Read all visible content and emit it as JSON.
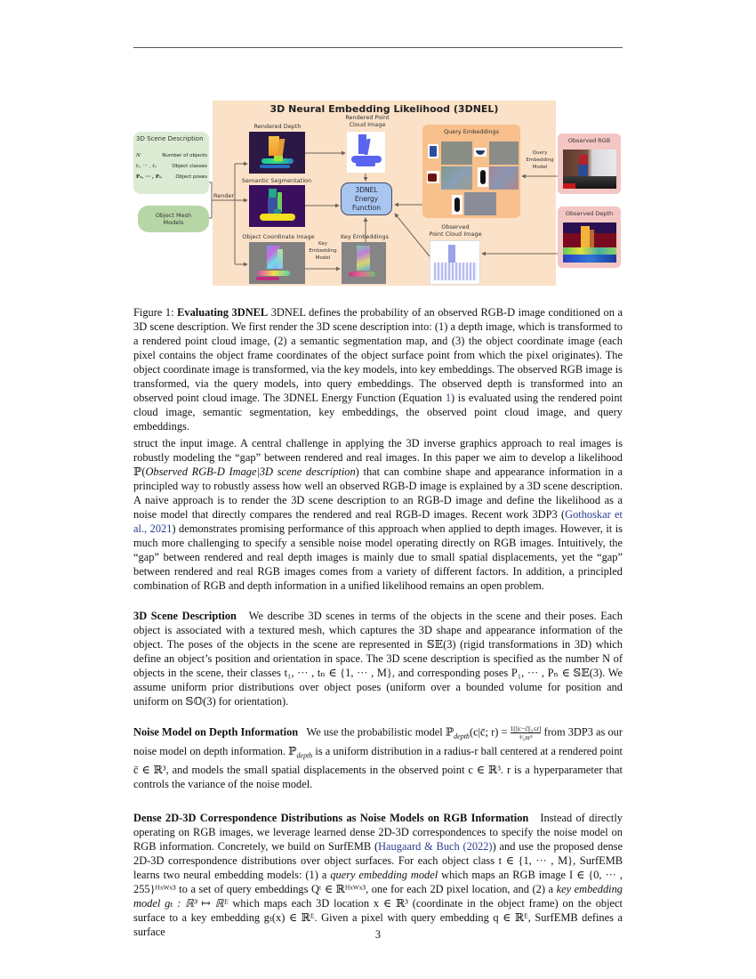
{
  "page_number": "3",
  "figure": {
    "title": "3D Neural Embedding Likelihood (3DNEL)",
    "scene_description": {
      "heading": "3D Scene Description",
      "rows": [
        {
          "symbol": "N",
          "label": "Number of objects"
        },
        {
          "symbol": "t₁, ··· , tₙ",
          "label": "Object classes"
        },
        {
          "symbol": "P₁, ··· , Pₙ",
          "label": "Object poses"
        }
      ]
    },
    "mesh_models": "Object Mesh Models",
    "render_label": "Render",
    "rendered_depth": "Rendered Depth",
    "semantic_segmentation": "Semantic Segmentation",
    "object_coordinate_image": "Object Coordinate Image",
    "rendered_point_cloud": "Rendered Point Cloud Image",
    "energy_function": [
      "3DNEL",
      "Energy",
      "Function"
    ],
    "key_embedding_model": [
      "Key",
      "Embedding",
      "Model"
    ],
    "key_embeddings": "Key Embeddings",
    "query_embeddings": "Query Embeddings",
    "query_embedding_model": [
      "Query",
      "Embedding",
      "Model"
    ],
    "observed_rgb": "Observed RGB",
    "observed_depth": "Observed Depth",
    "observed_point_cloud": [
      "Observed",
      "Point Cloud Image"
    ]
  },
  "caption": {
    "label": "Figure 1:",
    "bold": "Evaluating 3DNEL",
    "text_a": " 3DNEL defines the probability of an observed RGB-D image conditioned on a 3D scene description. We first render the 3D scene description into: (1) a depth image, which is transformed to a rendered point cloud image, (2) a semantic segmentation map, and (3) the object coordinate image (each pixel contains the object frame coordinates of the object surface point from which the pixel originates). The object coordinate image is transformed, via the key models, into key embeddings. The observed RGB image is transformed, via the query models, into query embeddings. The observed depth is transformed into an observed point cloud image. The 3DNEL Energy Function (Equation ",
    "eq_ref": "1",
    "text_b": ") is evaluated using the rendered point cloud image, semantic segmentation, key embeddings, the observed point cloud image, and query embeddings."
  },
  "para1": {
    "a": "struct the input image. A central challenge in applying the 3D inverse graphics approach to real images is robustly modeling the “gap” between rendered and real images. In this paper we aim to develop a likelihood ℙ(",
    "italic": "Observed RGB-D Image|3D scene description",
    "b": ") that can combine shape and appearance information in a principled way to robustly assess how well an observed RGB-D image is explained by a 3D scene description. A naive approach is to render the 3D scene description to an RGB-D image and define the likelihood as a noise model that directly compares the rendered and real RGB-D images. Recent work 3DP3 (",
    "cite": "Gothoskar et al., 2021",
    "c": ") demonstrates promising performance of this approach when applied to depth images. However, it is much more challenging to specify a sensible noise model operating directly on RGB images. Intuitively, the “gap” between rendered and real depth images is mainly due to small spatial displacements, yet the “gap” between rendered and real RGB images comes from a variety of different factors. In addition, a principled combination of RGB and depth information in a unified likelihood remains an open problem."
  },
  "para2": {
    "heading": "3D Scene Description",
    "text": "We describe 3D scenes in terms of the objects in the scene and their poses. Each object is associated with a textured mesh, which captures the 3D shape and appearance information of the object. The poses of the objects in the scene are represented in 𝕊𝔼(3) (rigid transformations in 3D) which define an object’s position and orientation in space. The 3D scene description is specified as the number N of objects in the scene, their classes t₁, ··· , tₙ ∈ {1, ··· , M}, and corresponding poses P₁, ··· , Pₙ ∈ 𝕊𝔼(3). We assume uniform prior distributions over object poses (uniform over a bounded volume for position and uniform on 𝕊𝕆(3) for orientation)."
  },
  "para3": {
    "heading": "Noise Model on Depth Information",
    "a": "We use the probabilistic model ℙ",
    "sub": "depth",
    "b": "(c|c̄; r) = ",
    "frac_num": "1[||c−c̄||₂≤r]",
    "frac_den": "⁴⁄₃πr³",
    "c": " from 3DP3 as our noise model on depth information. ℙ",
    "d": " is a uniform distribution in a radius-r ball centered at a rendered point c̄ ∈ ℝ³, and models the small spatial displacements in the observed point c ∈ ℝ³. r is a hyperparameter that controls the variance of the noise model."
  },
  "para4": {
    "heading": "Dense 2D-3D Correspondence Distributions as Noise Models on RGB Information",
    "a": "Instead of directly operating on RGB images, we leverage learned dense 2D-3D correspondences to specify the noise model on RGB information. Concretely, we build on SurfEMB (",
    "cite": "Haugaard & Buch (2022)",
    "b": ") and use the proposed dense 2D-3D correspondence distributions over object surfaces. For each object class t ∈ {1, ··· , M}, SurfEMB learns two neural embedding models: (1) a ",
    "i1": "query embedding model",
    "c": " which maps an RGB image I ∈ {0, ··· , 255}ᴴˣᵂˣ³ to a set of query embeddings Qᵗ ∈ ℝᴴˣᵂˣ³, one for each 2D pixel location, and (2) a ",
    "i2": "key embedding model gₜ : ℝ³ ↦ ℝᴱ",
    "d": " which maps each 3D location x ∈ ℝ³ (coordinate in the object frame) on the object surface to a key embedding gₜ(x) ∈ ℝᴱ. Given a pixel with query embedding q ∈ ℝᴱ, SurfEMB defines a surface"
  }
}
